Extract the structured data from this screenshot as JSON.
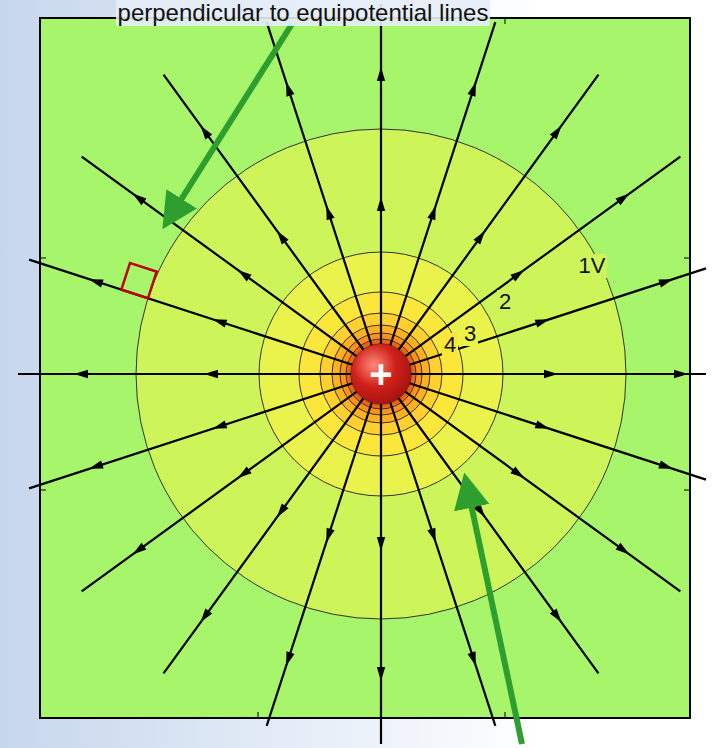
{
  "diagram": {
    "nodes": [
      {
        "text": [
          "+"
        ]
      }
    ],
    "labels": [
      "perpendicular to equipotential lines",
      "1V",
      "2",
      "3",
      "4"
    ]
  }
}
